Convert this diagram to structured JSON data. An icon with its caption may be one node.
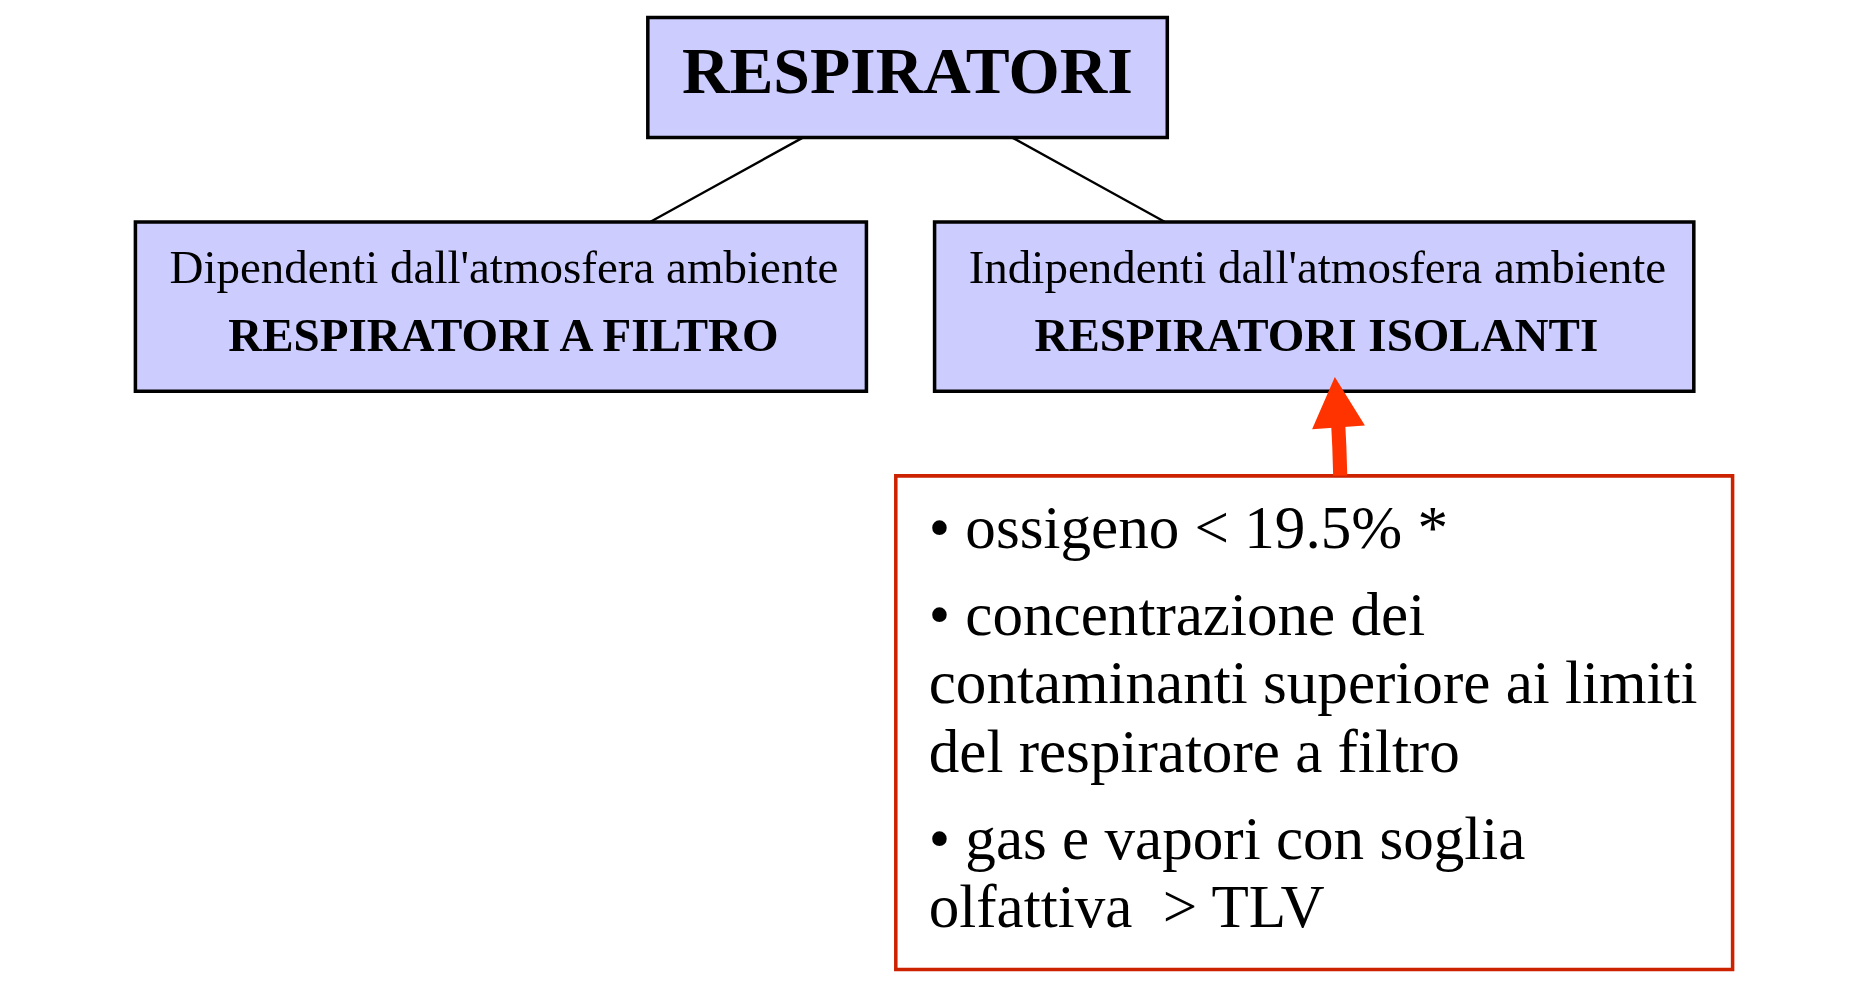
{
  "diagram": {
    "nodes": [
      {
        "text": [
          "RESPIRATORI"
        ]
      },
      {
        "text": [
          "Dipendenti dall'atmosfera ambiente",
          "RESPIRATORI A FILTRO"
        ]
      },
      {
        "text": [
          "Indipendenti dall'atmosfera ambiente",
          "RESPIRATORI ISOLANTI"
        ]
      },
      {
        "text": [
          "• ossigeno < 19.5% *",
          "• concentrazione dei contaminanti superiore ai limiti del respiratore a filtro",
          "• gas e vapori con soglia olfattiva  > TLV"
        ]
      }
    ],
    "edges": [
      {
        "from": 0,
        "to": 1,
        "arrow": "none"
      },
      {
        "from": 0,
        "to": 2,
        "arrow": "none"
      },
      {
        "from": 3,
        "to": 2,
        "arrow": "to",
        "style": "thick",
        "color": "#ff3300"
      }
    ]
  }
}
